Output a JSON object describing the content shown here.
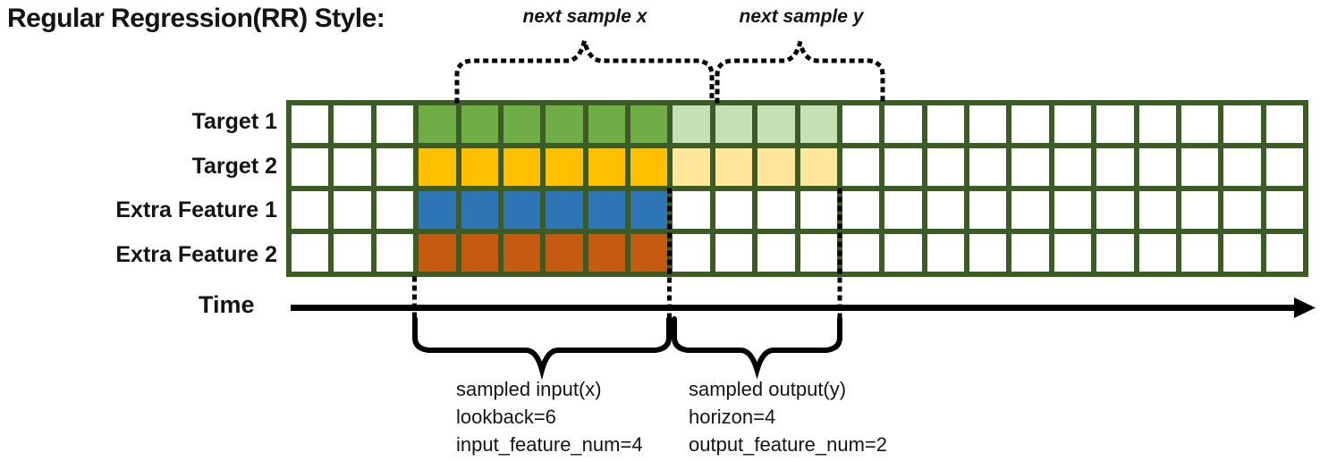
{
  "title": "Regular Regression(RR) Style:",
  "top_annotations": {
    "next_sample_x": "next sample x",
    "next_sample_y": "next sample y"
  },
  "time_axis": {
    "label": "Time"
  },
  "grid": {
    "columns": 24,
    "line_color": "#3C5C26",
    "rows": [
      {
        "label": "Target 1",
        "segments": [
          {
            "count": 3,
            "color": "#FFFFFF"
          },
          {
            "count": 6,
            "color": "#70AD47"
          },
          {
            "count": 4,
            "color": "#C5E0B4"
          },
          {
            "count": 11,
            "color": "#FFFFFF"
          }
        ]
      },
      {
        "label": "Target 2",
        "segments": [
          {
            "count": 3,
            "color": "#FFFFFF"
          },
          {
            "count": 6,
            "color": "#FFC000"
          },
          {
            "count": 4,
            "color": "#FFE699"
          },
          {
            "count": 11,
            "color": "#FFFFFF"
          }
        ]
      },
      {
        "label": "Extra Feature 1",
        "segments": [
          {
            "count": 3,
            "color": "#FFFFFF"
          },
          {
            "count": 6,
            "color": "#2E75B6"
          },
          {
            "count": 15,
            "color": "#FFFFFF"
          }
        ]
      },
      {
        "label": "Extra Feature 2",
        "segments": [
          {
            "count": 3,
            "color": "#FFFFFF"
          },
          {
            "count": 6,
            "color": "#C55A11"
          },
          {
            "count": 15,
            "color": "#FFFFFF"
          }
        ]
      }
    ]
  },
  "sampled_input": {
    "lines": [
      "sampled input(x)",
      "lookback=6",
      "input_feature_num=4"
    ]
  },
  "sampled_output": {
    "lines": [
      "sampled output(y)",
      "horizon=4",
      "output_feature_num=2"
    ]
  }
}
